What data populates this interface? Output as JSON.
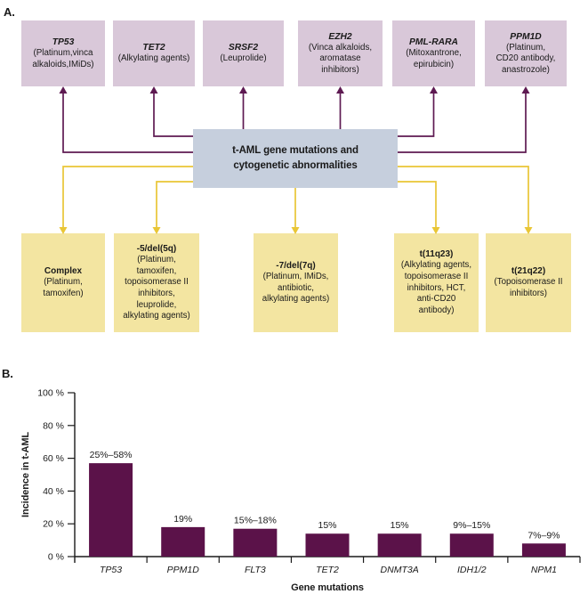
{
  "figure": {
    "panel_a_label": "A.",
    "panel_b_label": "B."
  },
  "panel_a": {
    "center_box": "t-AML gene mutations and\ncytogenetic abnormalities",
    "top_boxes": [
      {
        "gene": "TP53",
        "detail": "(Platinum,vinca\nalkaloids,IMiDs)"
      },
      {
        "gene": "TET2",
        "detail": "(Alkylating agents)"
      },
      {
        "gene": "SRSF2",
        "detail": "(Leuprolide)"
      },
      {
        "gene": "EZH2",
        "detail": "(Vinca alkaloids,\naromatase\ninhibitors)"
      },
      {
        "gene": "PML-RARA",
        "detail": "(Mitoxantrone,\nepirubicin)"
      },
      {
        "gene": "PPM1D",
        "detail": "(Platinum,\nCD20 antibody,\nanastrozole)"
      }
    ],
    "bottom_boxes": [
      {
        "name": "Complex",
        "detail": "(Platinum,\ntamoxifen)"
      },
      {
        "name": "-5/del(5q)",
        "detail": "(Platinum,\ntamoxifen,\ntopoisomerase II\ninhibitors,\nleuprolide,\nalkylating agents)"
      },
      {
        "name": "-7/del(7q)",
        "detail": "(Platinum, IMiDs,\nantibiotic,\nalkylating agents)"
      },
      {
        "name": "t(11q23)",
        "detail": "(Alkylating agents,\ntopoisomerase II\ninhibitors, HCT,\nanti-CD20\nantibody)"
      },
      {
        "name": "t(21q22)",
        "detail": "(Topoisomerase II\ninhibitors)"
      }
    ],
    "colors": {
      "gene_box_fill": "#d9c8d9",
      "cytogenetic_box_fill": "#f3e5a1",
      "center_box_fill": "#c6cfdd",
      "gene_arrow": "#5e1a52",
      "cytogenetic_arrow": "#e9c636"
    }
  },
  "chart_data": {
    "type": "bar",
    "title": "",
    "categories": [
      "TP53",
      "PPM1D",
      "FLT3",
      "TET2",
      "DNMT3A",
      "IDH1/2",
      "NPM1"
    ],
    "values": [
      57,
      18,
      17,
      14,
      14,
      14,
      8
    ],
    "value_labels": [
      "25%–58%",
      "19%",
      "15%–18%",
      "15%",
      "15%",
      "9%–15%",
      "7%–9%"
    ],
    "xlabel": "Gene mutations",
    "ylabel": "Incidence in t-AML",
    "ylim": [
      0,
      100
    ],
    "yticks": [
      0,
      20,
      40,
      60,
      80,
      100
    ],
    "ytick_labels": [
      "0 %",
      "20 %",
      "40 %",
      "60 %",
      "80 %",
      "100 %"
    ],
    "grid": false,
    "legend_position": "none",
    "bar_color": "#5b1249"
  }
}
